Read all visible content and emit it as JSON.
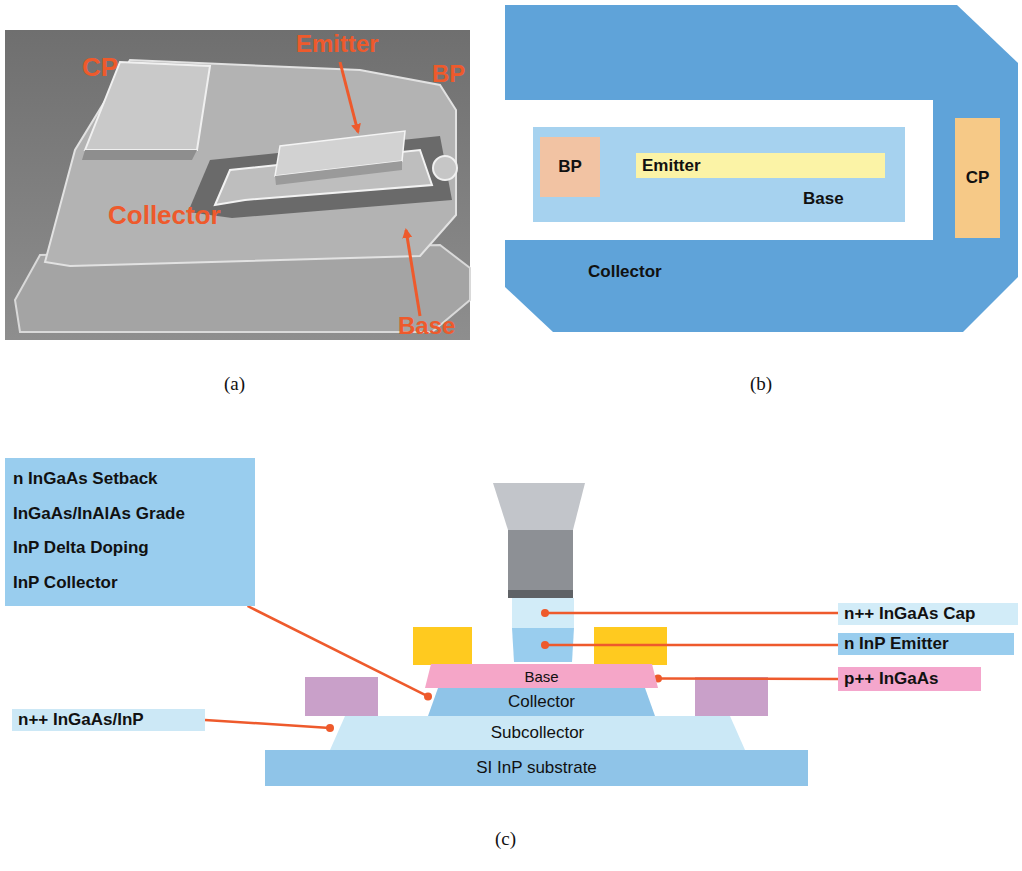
{
  "diagram": {
    "nodes": [
      {
        "text": [
          "Collector"
        ]
      },
      {
        "text": [
          "Base"
        ],
        "in": 0
      },
      {
        "text": [
          "BP"
        ],
        "in": 1
      },
      {
        "text": [
          "Emitter"
        ],
        "in": 1
      },
      {
        "text": [
          "CP"
        ],
        "in": 0
      },
      {
        "text": [
          "n InGaAs Setback",
          "InGaAs/InAlAs Grade",
          "InP Delta Doping",
          "InP Collector"
        ]
      },
      {
        "text": [
          "n++ InGaAs Cap"
        ]
      },
      {
        "text": [
          "n InP Emitter"
        ]
      },
      {
        "text": [
          "p++ InGaAs"
        ]
      },
      {
        "text": [
          "Base"
        ]
      },
      {
        "text": [
          "Collector"
        ]
      },
      {
        "text": [
          "n++ InGaAs/InP"
        ]
      },
      {
        "text": [
          "Subcollector"
        ]
      },
      {
        "text": [
          "SI InP substrate"
        ]
      }
    ],
    "edges": [
      {
        "from": 5,
        "to": 10,
        "arrow": "none"
      },
      {
        "from": 8,
        "to": 9,
        "arrow": "none"
      },
      {
        "from": 11,
        "to": 12,
        "arrow": "none"
      }
    ],
    "labels": [
      "CP",
      "BP",
      "Emitter",
      "Collector",
      "Base",
      "(a)",
      "(b)",
      "(c)"
    ]
  }
}
